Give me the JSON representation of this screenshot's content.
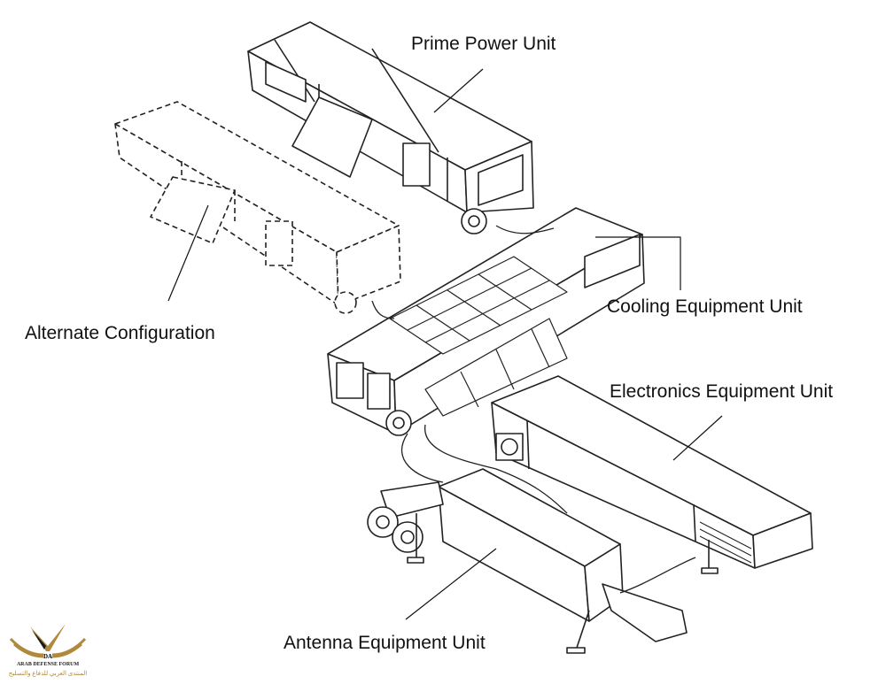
{
  "labels": {
    "prime_power": "Prime Power Unit",
    "cooling": "Cooling Equipment Unit",
    "alternate": "Alternate Configuration",
    "electronics": "Electronics Equipment Unit",
    "antenna": "Antenna Equipment Unit"
  },
  "logo": {
    "initials": "DA",
    "name": "ARAB DEFENSE FORUM",
    "arabic": "المنتدى العربي للدفاع والتسليح",
    "gold": "#b08a3c",
    "dark": "#1c1c1c"
  }
}
